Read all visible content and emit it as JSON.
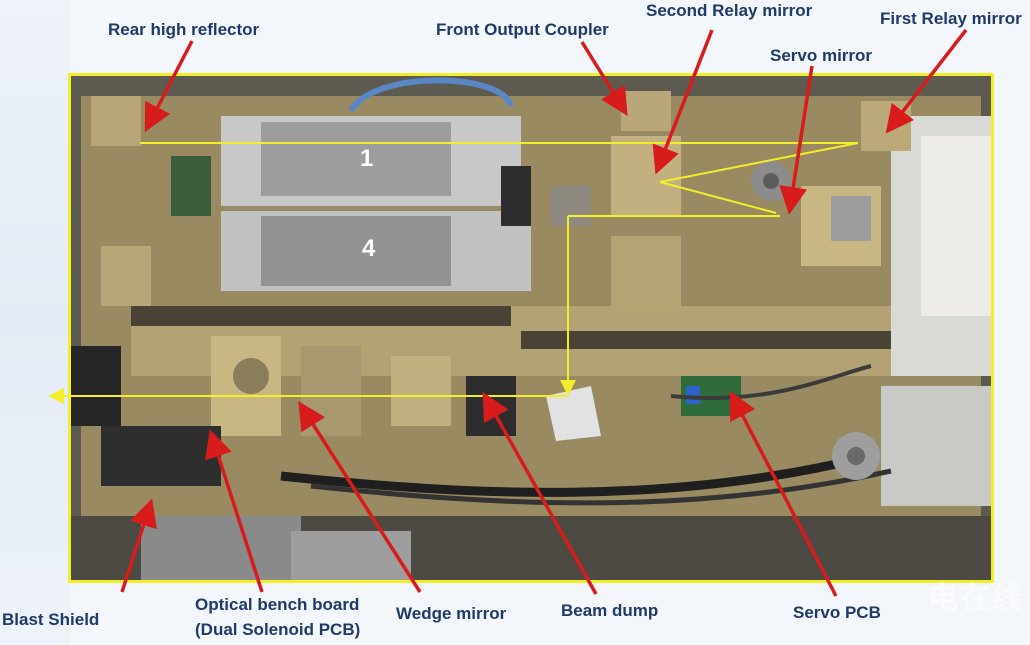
{
  "labels": {
    "rear_high_reflector": "Rear high reflector",
    "front_output_coupler": "Front Output Coupler",
    "second_relay_mirror": "Second Relay  mirror",
    "servo_mirror": "Servo mirror",
    "first_relay_mirror": "First Relay mirror",
    "blast_shield": "Blast Shield",
    "optical_bench_line1": "Optical bench board",
    "optical_bench_line2": "(Dual Solenoid PCB)",
    "wedge_mirror": "Wedge mirror",
    "beam_dump": "Beam dump",
    "servo_pcb": "Servo PCB"
  },
  "markers": {
    "module_1": "1",
    "module_4": "4"
  },
  "watermark": "电在线",
  "colors": {
    "label_text": "#1f3a6b",
    "arrow": "#d81b1b",
    "beam": "#f2ee2a",
    "frame": "#f2ee2a"
  }
}
